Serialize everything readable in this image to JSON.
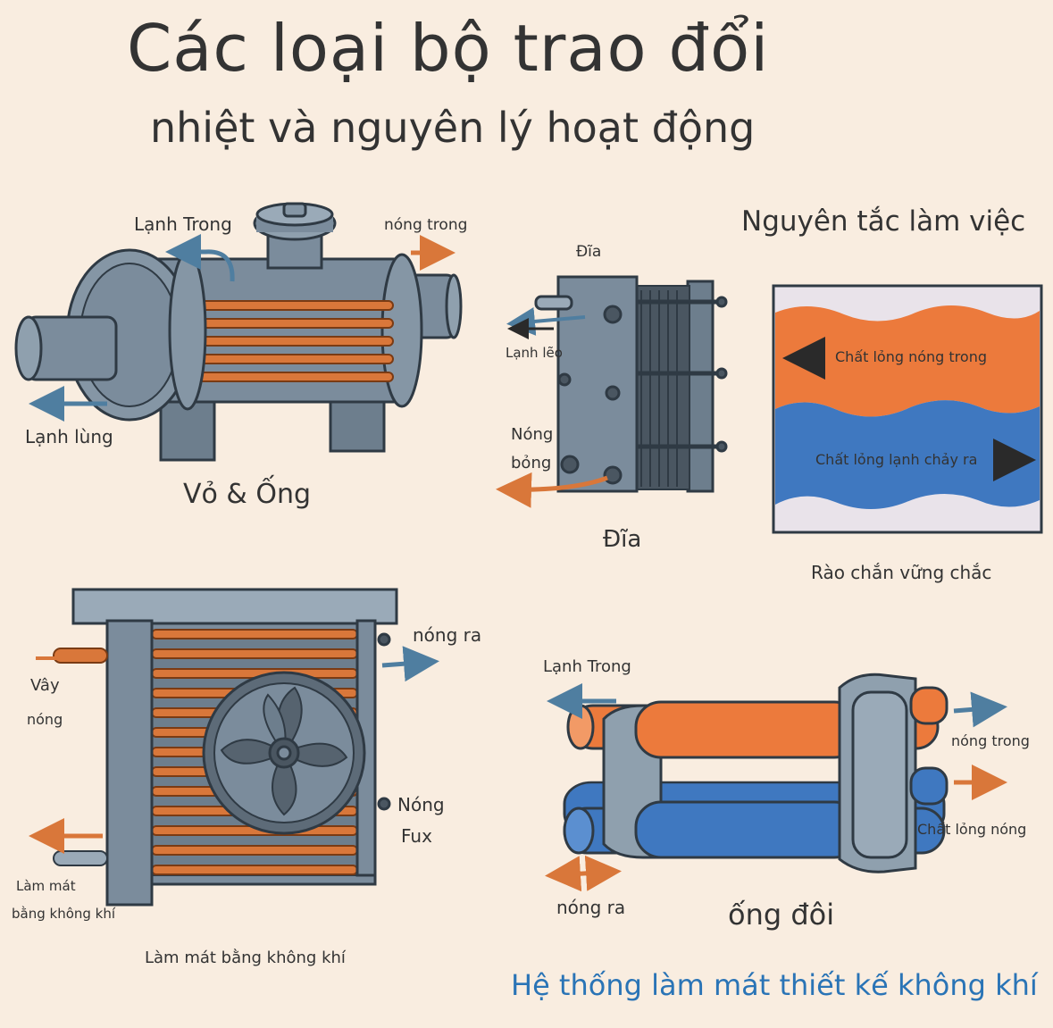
{
  "title": {
    "line1": "Các loại bộ trao đổi",
    "line2": "nhiệt và nguyên lý hoạt động"
  },
  "shell_tube": {
    "caption": "Vỏ & Ống",
    "label_cold_in": "Lạnh Trong",
    "label_hot_in": "nóng trong",
    "label_cold_out": "Lạnh lùng"
  },
  "plate": {
    "caption": "Đĩa",
    "label_top": "Đĩa",
    "label_cold": "Lạnh lẽo",
    "label_hot_1": "Nóng",
    "label_hot_2": "bỏng"
  },
  "working_principle": {
    "title": "Nguyên tắc làm việc",
    "hot_fluid": "Chất lỏng nóng trong",
    "cold_fluid": "Chất lỏng lạnh chảy ra",
    "caption": "Rào chắn vững chắc"
  },
  "air_cooled": {
    "caption": "Làm mát bằng không khí",
    "label_hot_out": "nóng ra",
    "label_fin_1": "Vây",
    "label_fin_2": "nóng",
    "label_hot_fux_1": "Nóng",
    "label_hot_fux_2": "Fux",
    "label_cool_1": "Làm mát",
    "label_cool_2": "bằng không khí"
  },
  "double_pipe": {
    "caption": "ống đôi",
    "label_cold_in": "Lạnh Trong",
    "label_hot_in": "nóng trong",
    "label_hot_fluid": "Chất lỏng nóng",
    "label_hot_out": "nóng ra"
  },
  "footer": "Hệ thống làm mát thiết kế không khí",
  "colors": {
    "background": "#f9ede0",
    "metal": "#7b8c9c",
    "metal_dark": "#55626f",
    "copper": "#d9773a",
    "hot_fluid": "#ec7a3c",
    "cold_fluid": "#3f78c0",
    "arrow_blue": "#4f7ea0",
    "arrow_orange": "#d9773a",
    "footer_text": "#2a74b6"
  }
}
